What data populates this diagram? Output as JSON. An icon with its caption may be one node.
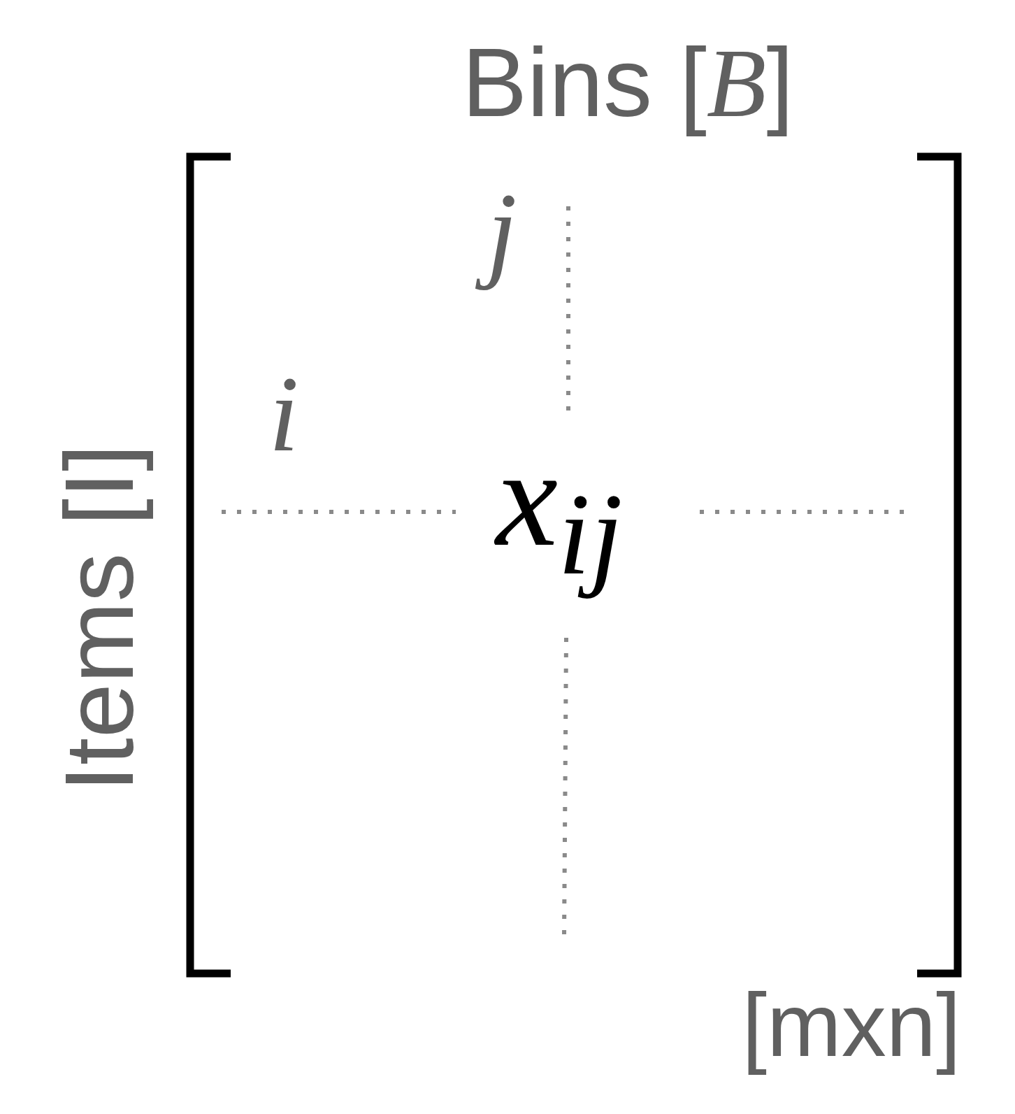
{
  "diagram": {
    "labels": [
      "Bins [*B*]",
      "Items [I]",
      "j",
      "i",
      "x$_{ij}$",
      "[mxn]"
    ]
  }
}
